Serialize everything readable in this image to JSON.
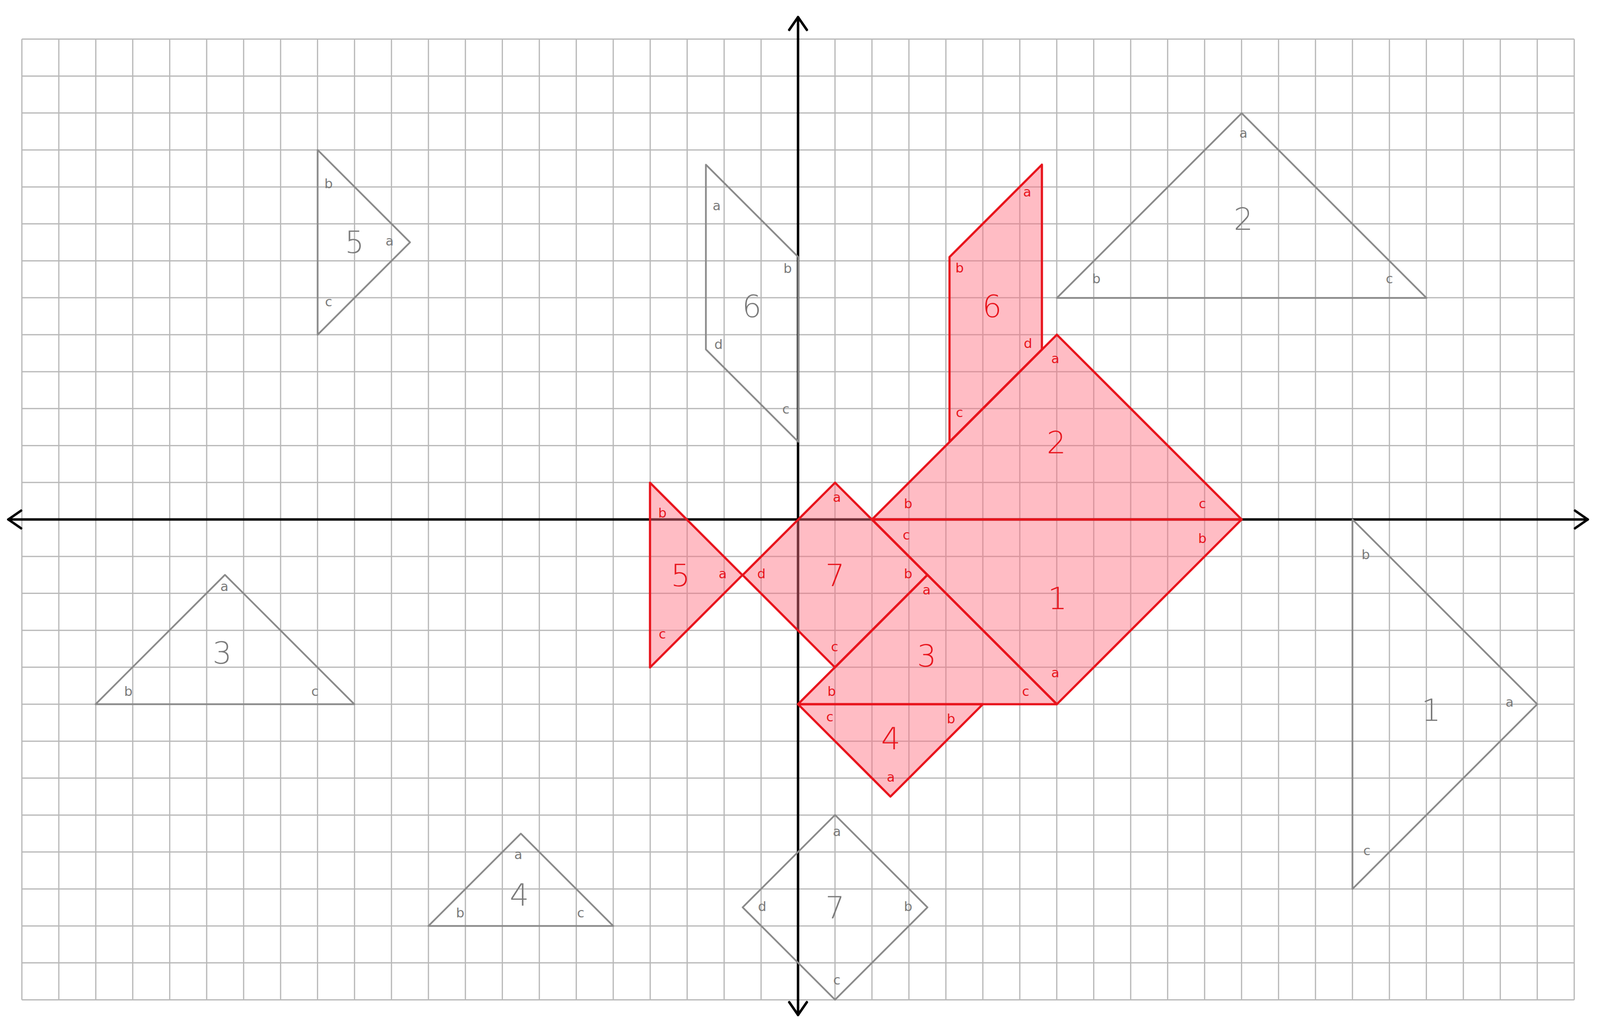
{
  "diagram": {
    "nodes": [
      {
        "text": [
          "5",
          "b",
          "a",
          "c"
        ]
      },
      {
        "text": [
          "6",
          "a",
          "b",
          "d",
          "c"
        ]
      },
      {
        "text": [
          "6",
          "a",
          "b",
          "d",
          "c"
        ]
      },
      {
        "text": [
          "2",
          "a",
          "b",
          "c"
        ]
      },
      {
        "text": [
          "2",
          "a",
          "b",
          "c"
        ]
      },
      {
        "text": [
          "5",
          "b",
          "a",
          "c"
        ]
      },
      {
        "text": [
          "7",
          "a",
          "d",
          "b",
          "c"
        ]
      },
      {
        "text": [
          "1",
          "c",
          "b",
          "a"
        ]
      },
      {
        "text": [
          "3",
          "a",
          "b",
          "c"
        ]
      },
      {
        "text": [
          "3",
          "a",
          "b",
          "c"
        ]
      },
      {
        "text": [
          "4",
          "c",
          "b",
          "a"
        ]
      },
      {
        "text": [
          "1",
          "b",
          "a",
          "c"
        ]
      },
      {
        "text": [
          "4",
          "a",
          "b",
          "c"
        ]
      },
      {
        "text": [
          "7",
          "a",
          "d",
          "b",
          "c"
        ]
      }
    ]
  }
}
